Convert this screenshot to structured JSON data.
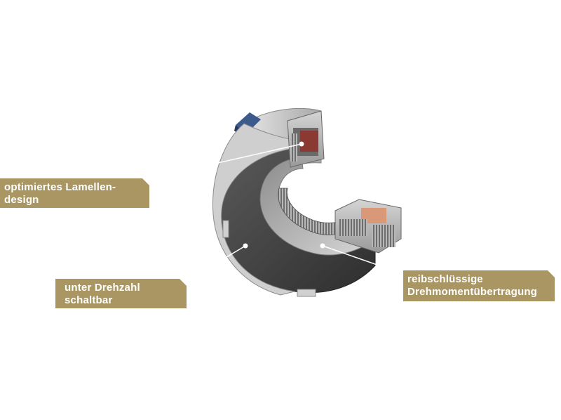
{
  "callouts": {
    "lamellen": {
      "line1": "optimiertes Lamellen-",
      "line2": "design"
    },
    "drehzahl": {
      "line1": "unter Drehzahl",
      "line2": "schaltbar"
    },
    "reibschluessig": {
      "line1": "reibschlüssige",
      "line2": "Drehmomentübertragung"
    }
  },
  "colors": {
    "callout_background": "#a99662",
    "callout_text": "#ffffff",
    "housing_dark": "#4a4a4a",
    "housing_light": "#c8c8c8",
    "connector_blue": "#3c5a8c",
    "friction_lining": "#c0483a"
  }
}
